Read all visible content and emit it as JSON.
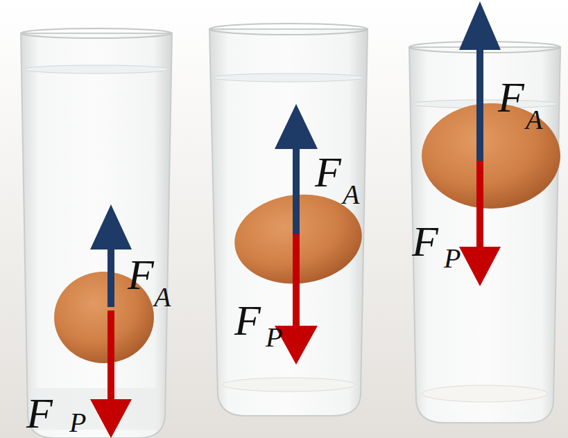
{
  "diagram": {
    "labels": [
      "F",
      "A",
      "F",
      "P",
      "F",
      "A",
      "F",
      "P",
      "F",
      "A",
      "F",
      "P"
    ]
  }
}
